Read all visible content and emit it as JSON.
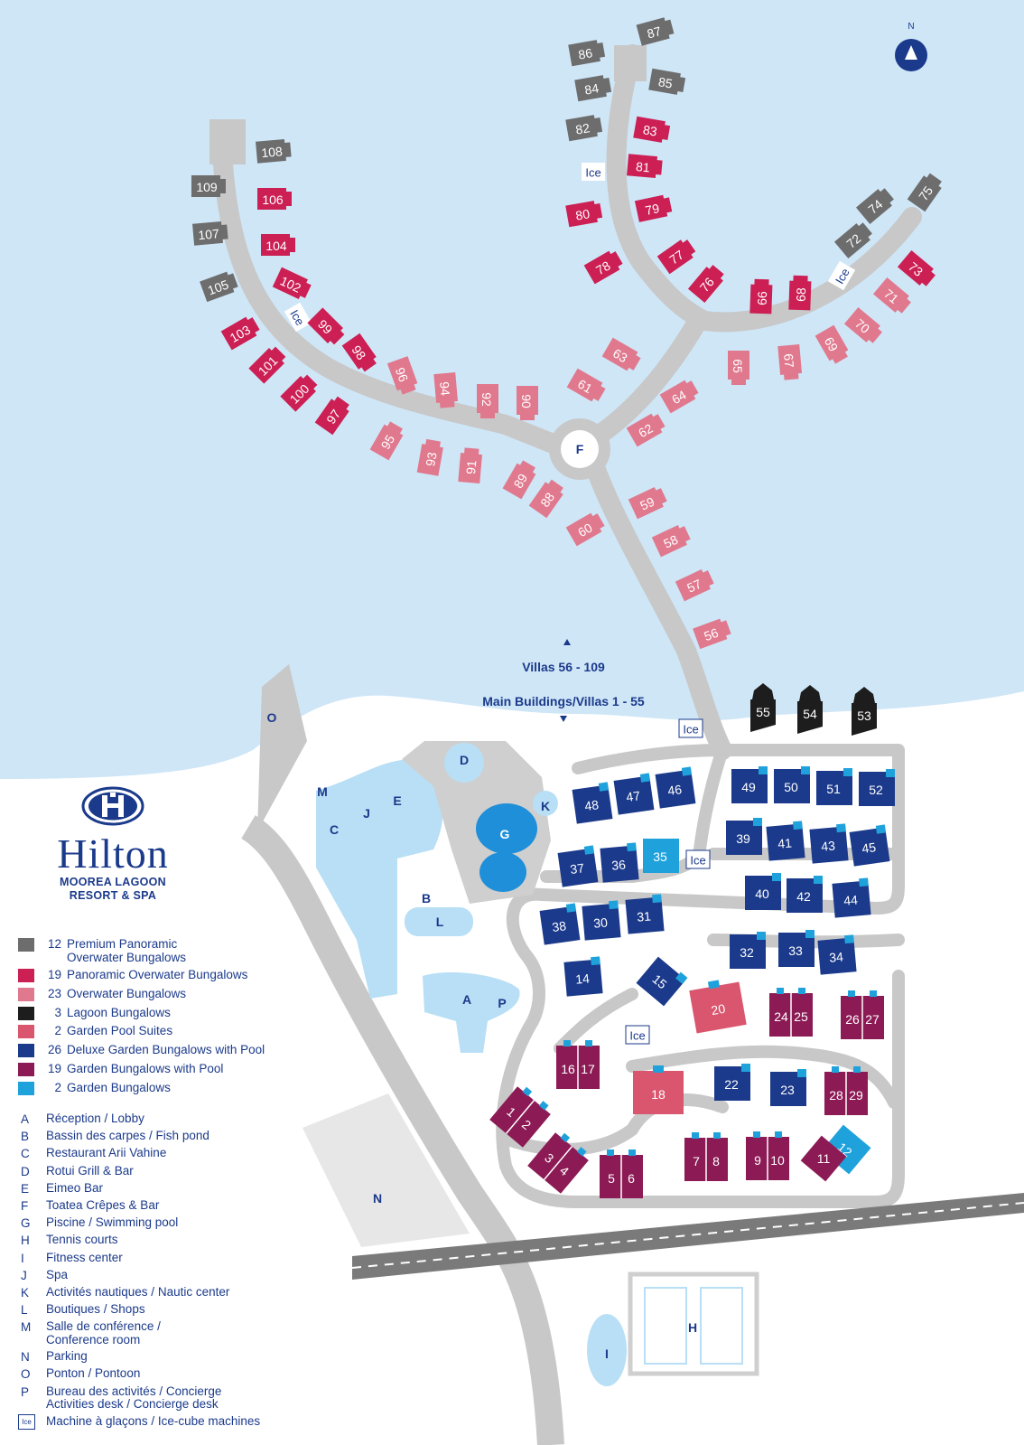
{
  "logo": {
    "brand": "Hilton",
    "subtitle_line1": "MOOREA LAGOON",
    "subtitle_line2": "RESORT & SPA",
    "monogram": "H"
  },
  "compass": {
    "label": "N"
  },
  "section_labels": {
    "villas_upper": "Villas 56 - 109",
    "villas_lower": "Main Buildings/Villas 1 - 55"
  },
  "colors": {
    "lagoon": "#cfe6f7",
    "land": "#ffffff",
    "path": "#c8c8c8",
    "navy": "#1b3a8b",
    "premium_panoramic": "#6d6d6d",
    "panoramic": "#cc1f54",
    "overwater": "#e0798e",
    "lagoon_bungalow": "#1d1d1d",
    "garden_pool_suite": "#d9566e",
    "deluxe_garden_pool": "#1b3a8b",
    "garden_pool": "#8c1a55",
    "garden": "#1fa2dc",
    "facility_light": "#b8dff5",
    "pool": "#1e8fd8"
  },
  "legend": [
    {
      "count": "12",
      "label": "Premium Panoramic Overwater Bungalows",
      "color": "#6d6d6d",
      "icon": "bungalow-icon"
    },
    {
      "count": "19",
      "label": "Panoramic Overwater Bungalows",
      "color": "#cc1f54",
      "icon": "bungalow-icon"
    },
    {
      "count": "23",
      "label": "Overwater Bungalows",
      "color": "#e0798e",
      "icon": "bungalow-icon"
    },
    {
      "count": "3",
      "label": "Lagoon Bungalows",
      "color": "#1d1d1d",
      "icon": "bungalow-icon"
    },
    {
      "count": "2",
      "label": "Garden Pool Suites",
      "color": "#d9566e",
      "icon": "suite-icon"
    },
    {
      "count": "26",
      "label": "Deluxe Garden Bungalows with Pool",
      "color": "#1b3a8b",
      "icon": "pool-bungalow-icon"
    },
    {
      "count": "19",
      "label": "Garden Bungalows with Pool",
      "color": "#8c1a55",
      "icon": "pool-bungalow-icon"
    },
    {
      "count": "2",
      "label": "Garden Bungalows",
      "color": "#1fa2dc",
      "icon": "garden-bungalow-icon"
    }
  ],
  "keys": [
    {
      "key": "A",
      "label": "Réception / Lobby"
    },
    {
      "key": "B",
      "label": "Bassin des carpes / Fish pond"
    },
    {
      "key": "C",
      "label": "Restaurant Arii Vahine"
    },
    {
      "key": "D",
      "label": "Rotui Grill & Bar"
    },
    {
      "key": "E",
      "label": "Eimeo Bar"
    },
    {
      "key": "F",
      "label": "Toatea Crêpes & Bar"
    },
    {
      "key": "G",
      "label": "Piscine / Swimming pool"
    },
    {
      "key": "H",
      "label": "Tennis courts"
    },
    {
      "key": "I",
      "label": "Fitness center"
    },
    {
      "key": "J",
      "label": "Spa"
    },
    {
      "key": "K",
      "label": "Activités nautiques / Nautic center"
    },
    {
      "key": "L",
      "label": "Boutiques / Shops"
    },
    {
      "key": "M",
      "label": "Salle de conférence / Conference room"
    },
    {
      "key": "N",
      "label": "Parking"
    },
    {
      "key": "O",
      "label": "Ponton / Pontoon"
    },
    {
      "key": "P",
      "label": "Bureau des activités / Concierge Activities desk / Concierge desk"
    },
    {
      "key": "Ice",
      "label": "Machine à glaçons / Ice-cube machines"
    }
  ],
  "ice_label": "Ice",
  "facility_letters": [
    "A",
    "B",
    "C",
    "D",
    "E",
    "F",
    "G",
    "H",
    "I",
    "J",
    "K",
    "L",
    "M",
    "N",
    "O",
    "P"
  ],
  "bungalows": [
    {
      "n": "87",
      "cat": "premium"
    },
    {
      "n": "86",
      "cat": "premium"
    },
    {
      "n": "85",
      "cat": "premium"
    },
    {
      "n": "84",
      "cat": "premium"
    },
    {
      "n": "82",
      "cat": "premium"
    },
    {
      "n": "108",
      "cat": "premium"
    },
    {
      "n": "109",
      "cat": "premium"
    },
    {
      "n": "107",
      "cat": "premium"
    },
    {
      "n": "105",
      "cat": "premium"
    },
    {
      "n": "75",
      "cat": "premium"
    },
    {
      "n": "74",
      "cat": "premium"
    },
    {
      "n": "72",
      "cat": "premium"
    },
    {
      "n": "83",
      "cat": "panoramic"
    },
    {
      "n": "81",
      "cat": "panoramic"
    },
    {
      "n": "80",
      "cat": "panoramic"
    },
    {
      "n": "79",
      "cat": "panoramic"
    },
    {
      "n": "78",
      "cat": "panoramic"
    },
    {
      "n": "77",
      "cat": "panoramic"
    },
    {
      "n": "76",
      "cat": "panoramic"
    },
    {
      "n": "66",
      "cat": "panoramic"
    },
    {
      "n": "68",
      "cat": "panoramic"
    },
    {
      "n": "73",
      "cat": "panoramic"
    },
    {
      "n": "106",
      "cat": "panoramic"
    },
    {
      "n": "104",
      "cat": "panoramic"
    },
    {
      "n": "102",
      "cat": "panoramic"
    },
    {
      "n": "103",
      "cat": "panoramic"
    },
    {
      "n": "99",
      "cat": "panoramic"
    },
    {
      "n": "101",
      "cat": "panoramic"
    },
    {
      "n": "98",
      "cat": "panoramic"
    },
    {
      "n": "100",
      "cat": "panoramic"
    },
    {
      "n": "97",
      "cat": "panoramic"
    },
    {
      "n": "96",
      "cat": "overwater"
    },
    {
      "n": "94",
      "cat": "overwater"
    },
    {
      "n": "92",
      "cat": "overwater"
    },
    {
      "n": "90",
      "cat": "overwater"
    },
    {
      "n": "95",
      "cat": "overwater"
    },
    {
      "n": "93",
      "cat": "overwater"
    },
    {
      "n": "91",
      "cat": "overwater"
    },
    {
      "n": "89",
      "cat": "overwater"
    },
    {
      "n": "88",
      "cat": "overwater"
    },
    {
      "n": "60",
      "cat": "overwater"
    },
    {
      "n": "63",
      "cat": "overwater"
    },
    {
      "n": "61",
      "cat": "overwater"
    },
    {
      "n": "64",
      "cat": "overwater"
    },
    {
      "n": "62",
      "cat": "overwater"
    },
    {
      "n": "65",
      "cat": "overwater"
    },
    {
      "n": "67",
      "cat": "overwater"
    },
    {
      "n": "69",
      "cat": "overwater"
    },
    {
      "n": "70",
      "cat": "overwater"
    },
    {
      "n": "71",
      "cat": "overwater"
    },
    {
      "n": "59",
      "cat": "overwater"
    },
    {
      "n": "58",
      "cat": "overwater"
    },
    {
      "n": "57",
      "cat": "overwater"
    },
    {
      "n": "56",
      "cat": "overwater"
    },
    {
      "n": "55",
      "cat": "lagoon"
    },
    {
      "n": "54",
      "cat": "lagoon"
    },
    {
      "n": "53",
      "cat": "lagoon"
    },
    {
      "n": "48",
      "cat": "deluxe"
    },
    {
      "n": "47",
      "cat": "deluxe"
    },
    {
      "n": "46",
      "cat": "deluxe"
    },
    {
      "n": "49",
      "cat": "deluxe"
    },
    {
      "n": "50",
      "cat": "deluxe"
    },
    {
      "n": "51",
      "cat": "deluxe"
    },
    {
      "n": "52",
      "cat": "deluxe"
    },
    {
      "n": "39",
      "cat": "deluxe"
    },
    {
      "n": "41",
      "cat": "deluxe"
    },
    {
      "n": "43",
      "cat": "deluxe"
    },
    {
      "n": "45",
      "cat": "deluxe"
    },
    {
      "n": "37",
      "cat": "deluxe"
    },
    {
      "n": "36",
      "cat": "deluxe"
    },
    {
      "n": "40",
      "cat": "deluxe"
    },
    {
      "n": "42",
      "cat": "deluxe"
    },
    {
      "n": "44",
      "cat": "deluxe"
    },
    {
      "n": "38",
      "cat": "deluxe"
    },
    {
      "n": "30",
      "cat": "deluxe"
    },
    {
      "n": "31",
      "cat": "deluxe"
    },
    {
      "n": "32",
      "cat": "deluxe"
    },
    {
      "n": "33",
      "cat": "deluxe"
    },
    {
      "n": "34",
      "cat": "deluxe"
    },
    {
      "n": "14",
      "cat": "deluxe"
    },
    {
      "n": "15",
      "cat": "deluxe"
    },
    {
      "n": "22",
      "cat": "deluxe"
    },
    {
      "n": "23",
      "cat": "deluxe"
    },
    {
      "n": "35",
      "cat": "garden"
    },
    {
      "n": "12",
      "cat": "garden"
    },
    {
      "n": "20",
      "cat": "suite"
    },
    {
      "n": "18",
      "cat": "suite"
    },
    {
      "n": "24",
      "cat": "gardenpool"
    },
    {
      "n": "25",
      "cat": "gardenpool"
    },
    {
      "n": "26",
      "cat": "gardenpool"
    },
    {
      "n": "27",
      "cat": "gardenpool"
    },
    {
      "n": "16",
      "cat": "gardenpool"
    },
    {
      "n": "17",
      "cat": "gardenpool"
    },
    {
      "n": "28",
      "cat": "gardenpool"
    },
    {
      "n": "29",
      "cat": "gardenpool"
    },
    {
      "n": "1",
      "cat": "gardenpool"
    },
    {
      "n": "2",
      "cat": "gardenpool"
    },
    {
      "n": "3",
      "cat": "gardenpool"
    },
    {
      "n": "4",
      "cat": "gardenpool"
    },
    {
      "n": "5",
      "cat": "gardenpool"
    },
    {
      "n": "6",
      "cat": "gardenpool"
    },
    {
      "n": "7",
      "cat": "gardenpool"
    },
    {
      "n": "8",
      "cat": "gardenpool"
    },
    {
      "n": "9",
      "cat": "gardenpool"
    },
    {
      "n": "10",
      "cat": "gardenpool"
    },
    {
      "n": "11",
      "cat": "gardenpool"
    }
  ]
}
